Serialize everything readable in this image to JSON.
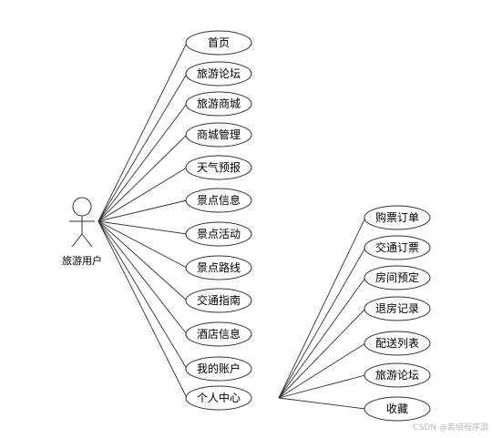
{
  "actor": {
    "label": "旅游用户"
  },
  "use_cases": [
    {
      "id": "home",
      "label": "首页"
    },
    {
      "id": "forum",
      "label": "旅游论坛"
    },
    {
      "id": "mall",
      "label": "旅游商城"
    },
    {
      "id": "mall-manage",
      "label": "商城管理"
    },
    {
      "id": "weather",
      "label": "天气预报"
    },
    {
      "id": "spot-info",
      "label": "景点信息"
    },
    {
      "id": "spot-activity",
      "label": "景点活动"
    },
    {
      "id": "spot-route",
      "label": "景点路线"
    },
    {
      "id": "traffic-guide",
      "label": "交通指南"
    },
    {
      "id": "hotel-info",
      "label": "酒店信息"
    },
    {
      "id": "my-account",
      "label": "我的账户"
    },
    {
      "id": "personal-center",
      "label": "个人中心"
    }
  ],
  "personal_center_items": [
    {
      "id": "ticket-order",
      "label": "购票订单"
    },
    {
      "id": "traffic-ticket",
      "label": "交通订票"
    },
    {
      "id": "room-booking",
      "label": "房间预定"
    },
    {
      "id": "checkout-record",
      "label": "退房记录"
    },
    {
      "id": "delivery-list",
      "label": "配送列表"
    },
    {
      "id": "pc-forum",
      "label": "旅游论坛"
    },
    {
      "id": "favorites",
      "label": "收藏"
    }
  ],
  "watermark": "CSDN @高级程序源",
  "colors": {
    "stroke": "#333333",
    "node_fill": "#ffffff",
    "text": "#000000"
  }
}
